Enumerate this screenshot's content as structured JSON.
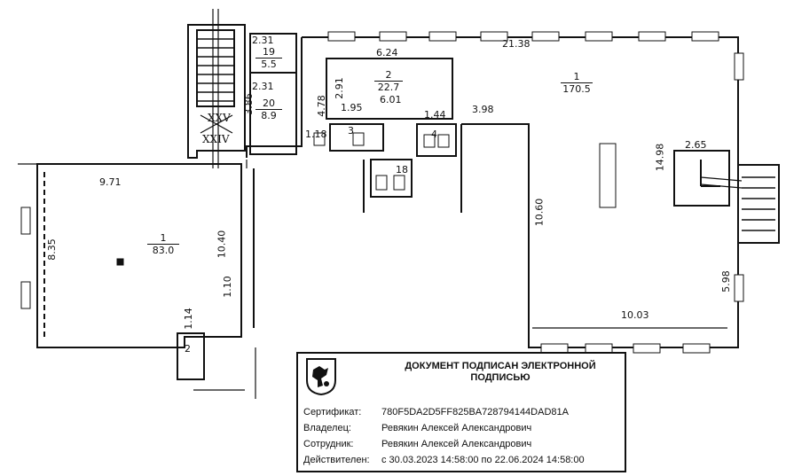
{
  "dimensions": {
    "d_21_38": "21.38",
    "d_6_24": "6.24",
    "d_6_01": "6.01",
    "d_2_91": "2.91",
    "d_1_95": "1.95",
    "d_1_44": "1.44",
    "d_3_98": "3.98",
    "d_4_78": "4.78",
    "d_1_18": "1.18",
    "d_3_86": "3.86",
    "d_2_31_a": "2.31",
    "d_2_31_b": "2.31",
    "d_9_71": "9.71",
    "d_8_35": "8.35",
    "d_10_40": "10.40",
    "d_1_10": "1.10",
    "d_1_14": "1.14",
    "d_10_60": "10.60",
    "d_14_98": "14.98",
    "d_2_65": "2.65",
    "d_5_98": "5.98",
    "d_10_03": "10.03"
  },
  "rooms": {
    "r1_main": {
      "num": "1",
      "area": "170.5"
    },
    "r2": {
      "num": "2",
      "area": "22.7"
    },
    "r3": {
      "num": "3"
    },
    "r4": {
      "num": "4"
    },
    "r1_left": {
      "num": "1",
      "area": "83.0"
    },
    "r19": {
      "num": "19",
      "area": "5.5"
    },
    "r20": {
      "num": "20",
      "area": "8.9"
    },
    "r18": {
      "num": "18"
    },
    "r2_small": {
      "num": "2"
    }
  },
  "stairs": {
    "xxv": "XXV",
    "xxiv": "XXIV"
  },
  "stamp": {
    "title": "ДОКУМЕНТ ПОДПИСАН ЭЛЕКТРОННОЙ ПОДПИСЬЮ",
    "rows": [
      {
        "key": "Сертификат:",
        "value": "780F5DA2D5FF825BA728794144DAD81A"
      },
      {
        "key": "Владелец:",
        "value": "Ревякин Алексей Александрович"
      },
      {
        "key": "Сотрудник:",
        "value": "Ревякин Алексей Александрович"
      },
      {
        "key": "Действителен:",
        "value": "с 30.03.2023 14:58:00 по 22.06.2024 14:58:00"
      }
    ]
  }
}
